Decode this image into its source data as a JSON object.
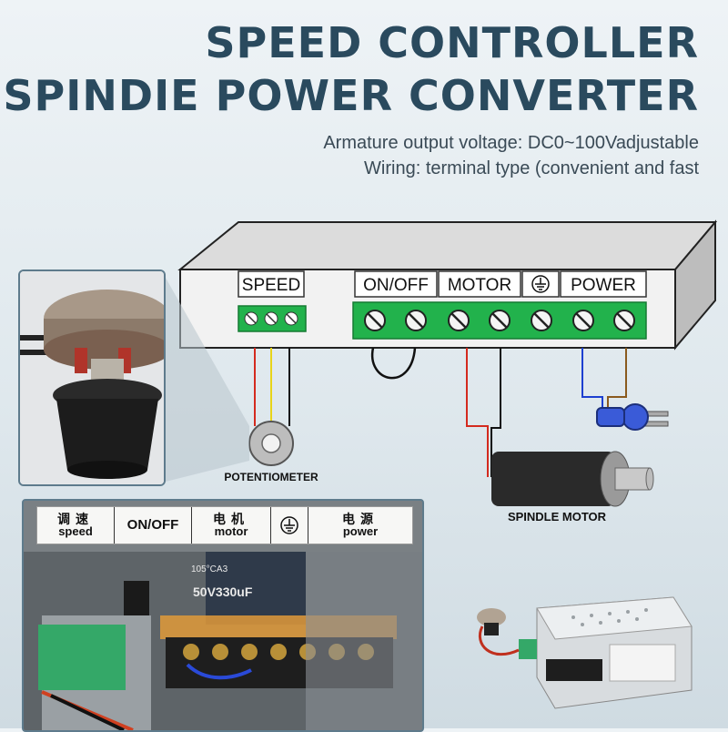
{
  "title_line1": "SPEED CONTROLLER",
  "title_line2": "SPINDIE POWER CONVERTER",
  "subtitle_line1": "Armature output voltage: DC0~100Vadjustable",
  "subtitle_line2": "Wiring: terminal type (convenient and fast",
  "terminals": {
    "speed": "SPEED",
    "onoff": "ON/OFF",
    "motor": "MOTOR",
    "power": "POWER",
    "ground_icon": "ground-symbol-icon"
  },
  "callouts": {
    "potentiometer": "POTENTIOMETER",
    "spindle_motor": "SPINDLE MOTOR"
  },
  "label_strip": {
    "speed_cn": "调速",
    "speed_en": "speed",
    "onoff": "ON/OFF",
    "motor_cn": "电机",
    "motor_en": "motor",
    "ground_icon": "ground-symbol-icon",
    "power_cn": "电源",
    "power_en": "power"
  },
  "capacitor_text": "50V330uF",
  "capacitor_brand": "105°CA3",
  "colors": {
    "title": "#2a4a5e",
    "terminal_green": "#22b24c",
    "wire_red": "#d42a1e",
    "wire_yellow": "#e8d418",
    "wire_blue": "#1d3fd0",
    "wire_brown": "#8a5a1e"
  }
}
